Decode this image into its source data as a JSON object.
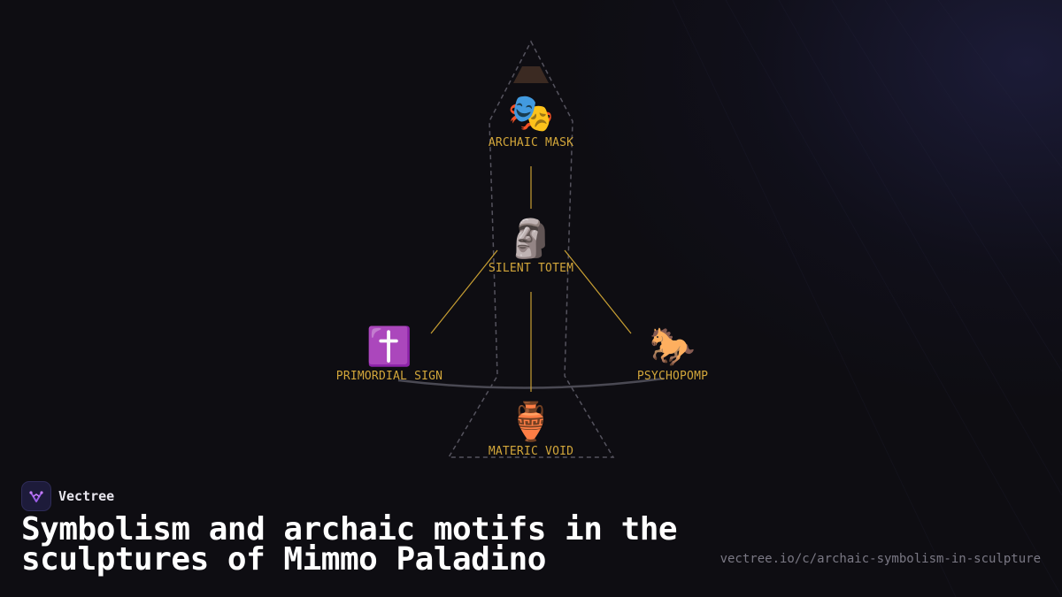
{
  "diagram": {
    "nodes": [
      {
        "id": "mask",
        "label": "ARCHAIC MASK",
        "icon": "theater-masks-icon",
        "glyph": "🎭"
      },
      {
        "id": "totem",
        "label": "SILENT TOTEM",
        "icon": "moai-icon",
        "glyph": "🗿"
      },
      {
        "id": "sign",
        "label": "PRIMORDIAL SIGN",
        "icon": "latin-cross-icon",
        "glyph": "✝️"
      },
      {
        "id": "horse",
        "label": "PSYCHOPOMP",
        "icon": "horse-icon",
        "glyph": "🐎"
      },
      {
        "id": "void",
        "label": "MATERIC VOID",
        "icon": "amphora-icon",
        "glyph": "🏺"
      }
    ],
    "edges": [
      {
        "from": "mask",
        "to": "totem"
      },
      {
        "from": "totem",
        "to": "sign"
      },
      {
        "from": "totem",
        "to": "horse"
      },
      {
        "from": "totem",
        "to": "void"
      }
    ],
    "colors": {
      "label": "#d2a63a",
      "edge": "#c9a033",
      "outline": "#55535e"
    }
  },
  "footer": {
    "brand": "Vectree",
    "title": "Symbolism and archaic motifs in the sculptures of Mimmo Paladino",
    "url": "vectree.io/c/archaic-symbolism-in-sculpture"
  }
}
